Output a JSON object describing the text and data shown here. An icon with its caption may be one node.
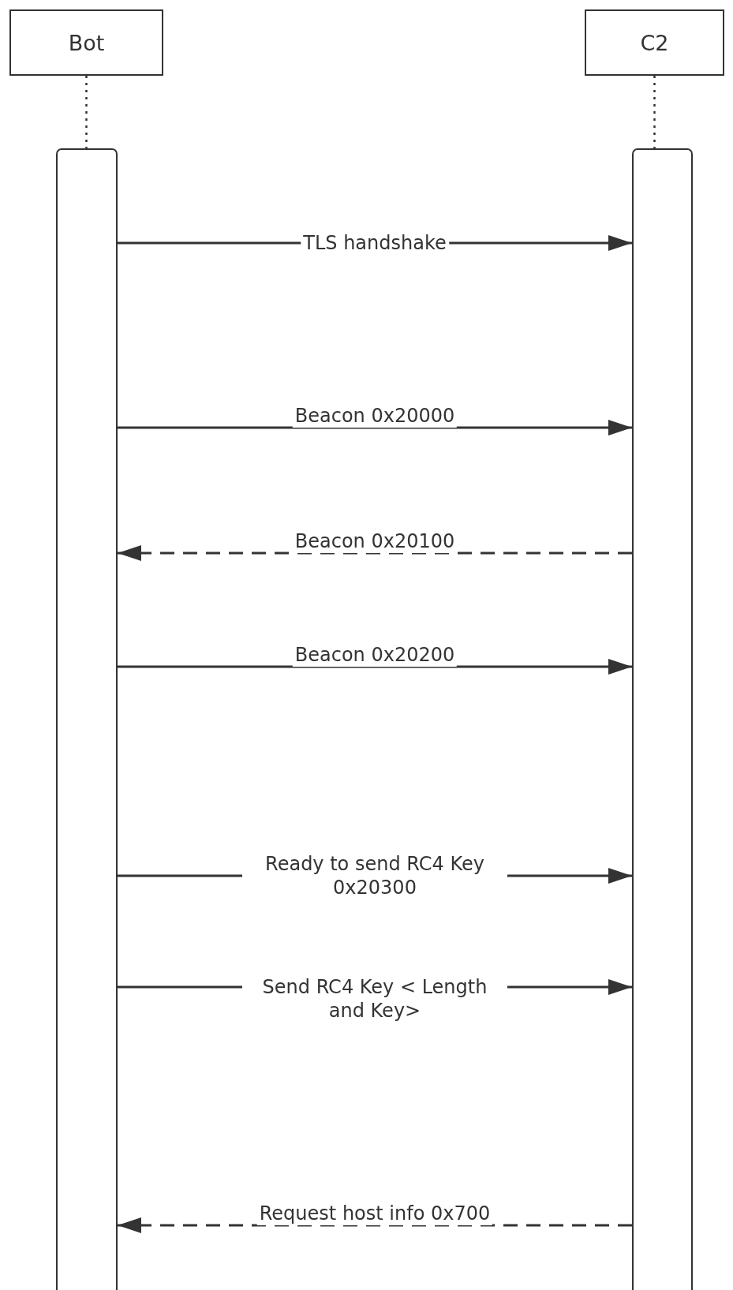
{
  "diagram": {
    "nodes": [
      {
        "text": [
          "Bot"
        ]
      },
      {
        "text": [
          "C2"
        ]
      },
      {
        "text": [],
        "shape": "bar"
      },
      {
        "text": [],
        "shape": "bar"
      }
    ],
    "edges": [
      {
        "from": 0,
        "to": 2,
        "arrow": "none",
        "style": "dashed"
      },
      {
        "from": 1,
        "to": 3,
        "arrow": "none",
        "style": "dashed"
      },
      {
        "from": 2,
        "to": 3,
        "arrow": "to",
        "label": "TLS handshake"
      },
      {
        "from": 2,
        "to": 3,
        "arrow": "to",
        "label": "Beacon 0x20000"
      },
      {
        "from": 3,
        "to": 2,
        "arrow": "to",
        "label": "Beacon 0x20100",
        "style": "dashed"
      },
      {
        "from": 2,
        "to": 3,
        "arrow": "to",
        "label": "Beacon 0x20200"
      },
      {
        "from": 2,
        "to": 3,
        "arrow": "to",
        "label": "Ready to send RC4 Key 0x20300"
      },
      {
        "from": 2,
        "to": 3,
        "arrow": "to",
        "label": "Send RC4 Key < Length and Key>"
      },
      {
        "from": 3,
        "to": 2,
        "arrow": "to",
        "label": "Request host info 0x700",
        "style": "dashed"
      }
    ]
  }
}
